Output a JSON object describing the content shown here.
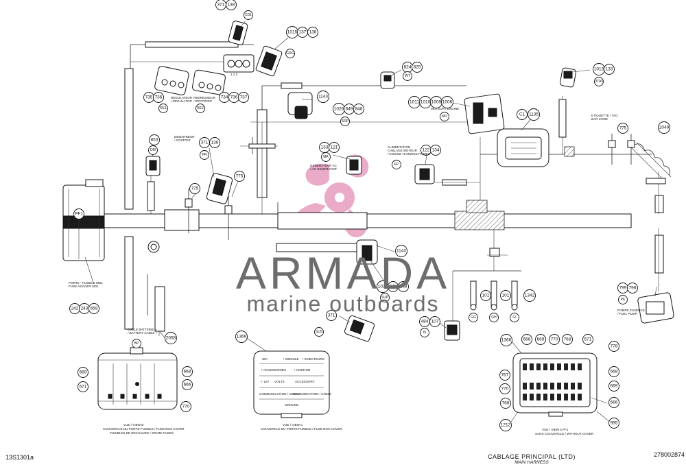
{
  "brand": {
    "title": "ARMADA",
    "subtitle": "marine outboards",
    "color_text": "#6d6d6d",
    "color_logo": "#e8a3c4"
  },
  "footer": {
    "left_code": "13S1301a",
    "title": "CABLAGE PRINCIPAL (LTD)",
    "subtitle": "MAIN HARNESS",
    "right_code": "278002874"
  },
  "callouts": [
    {
      "id": "c371a",
      "text": "371"
    },
    {
      "id": "c138a",
      "text": "138"
    },
    {
      "id": "c1015",
      "text": "1015"
    },
    {
      "id": "c137a",
      "text": "137"
    },
    {
      "id": "c138b",
      "text": "138"
    },
    {
      "id": "c824",
      "text": "824"
    },
    {
      "id": "c825",
      "text": "825"
    },
    {
      "id": "c1013",
      "text": "1013"
    },
    {
      "id": "c133a",
      "text": "133"
    },
    {
      "id": "c735",
      "text": "735"
    },
    {
      "id": "c736a",
      "text": "736"
    },
    {
      "id": "c734",
      "text": "734"
    },
    {
      "id": "c736b",
      "text": "736"
    },
    {
      "id": "c737",
      "text": "737"
    },
    {
      "id": "c1143a",
      "text": "1143"
    },
    {
      "id": "c1026a",
      "text": "1026"
    },
    {
      "id": "c849a",
      "text": "849"
    },
    {
      "id": "c848a",
      "text": "848"
    },
    {
      "id": "c1011",
      "text": "1011"
    },
    {
      "id": "c1010",
      "text": "1010"
    },
    {
      "id": "c1009",
      "text": "1009"
    },
    {
      "id": "c1006",
      "text": "1006"
    },
    {
      "id": "cC1",
      "text": "C1"
    },
    {
      "id": "c1135",
      "text": "1135"
    },
    {
      "id": "c775a",
      "text": "775"
    },
    {
      "id": "c2049",
      "text": "2049"
    },
    {
      "id": "c853",
      "text": "853"
    },
    {
      "id": "c371b",
      "text": "371"
    },
    {
      "id": "c136",
      "text": "136"
    },
    {
      "id": "c133b",
      "text": "133"
    },
    {
      "id": "c121",
      "text": "121"
    },
    {
      "id": "c122",
      "text": "122"
    },
    {
      "id": "c134",
      "text": "134"
    },
    {
      "id": "c775b",
      "text": "775"
    },
    {
      "id": "c775c",
      "text": "775"
    },
    {
      "id": "cPF1",
      "text": "PF1"
    },
    {
      "id": "c242",
      "text": "242"
    },
    {
      "id": "c243",
      "text": "243"
    },
    {
      "id": "c659",
      "text": "659"
    },
    {
      "id": "c1143b",
      "text": "1143"
    },
    {
      "id": "c1026b",
      "text": "1026"
    },
    {
      "id": "c849b",
      "text": "849"
    },
    {
      "id": "c848b",
      "text": "848"
    },
    {
      "id": "c101a",
      "text": "101"
    },
    {
      "id": "c101b",
      "text": "101"
    },
    {
      "id": "c1342",
      "text": "1342"
    },
    {
      "id": "c799",
      "text": "799"
    },
    {
      "id": "c798",
      "text": "798"
    },
    {
      "id": "c371c",
      "text": "371"
    },
    {
      "id": "c484",
      "text": "484"
    },
    {
      "id": "c107",
      "text": "107"
    },
    {
      "id": "c2058",
      "text": "2058"
    },
    {
      "id": "c1369",
      "text": "1369"
    },
    {
      "id": "c669a",
      "text": "669"
    },
    {
      "id": "c671a",
      "text": "671"
    },
    {
      "id": "c668a",
      "text": "668"
    },
    {
      "id": "c666a",
      "text": "666"
    },
    {
      "id": "c770a",
      "text": "770"
    },
    {
      "id": "c1368",
      "text": "1368"
    },
    {
      "id": "c666b",
      "text": "666"
    },
    {
      "id": "c669b",
      "text": "669"
    },
    {
      "id": "c770b",
      "text": "770"
    },
    {
      "id": "c768a",
      "text": "768"
    },
    {
      "id": "c671b",
      "text": "671"
    },
    {
      "id": "c778",
      "text": "778"
    },
    {
      "id": "c767",
      "text": "767"
    },
    {
      "id": "c668b",
      "text": "668"
    },
    {
      "id": "c770c",
      "text": "770"
    },
    {
      "id": "c669c",
      "text": "669"
    },
    {
      "id": "c768b",
      "text": "768"
    },
    {
      "id": "c666c",
      "text": "666"
    },
    {
      "id": "c1212",
      "text": "1212"
    },
    {
      "id": "c995",
      "text": "995"
    }
  ],
  "codes": [
    {
      "id": "CD1",
      "text": "CD1"
    },
    {
      "id": "GRG",
      "text": "GRG"
    },
    {
      "id": "WT",
      "text": "WT"
    },
    {
      "id": "OTAS",
      "text": "OTAS"
    },
    {
      "id": "RE1",
      "text": "RE1"
    },
    {
      "id": "RE2",
      "text": "RE2"
    },
    {
      "id": "SRP",
      "text": "SRP"
    },
    {
      "id": "MO",
      "text": "MO"
    },
    {
      "id": "DM",
      "text": "DM"
    },
    {
      "id": "PR",
      "text": "PR"
    },
    {
      "id": "MA",
      "text": "MA"
    },
    {
      "id": "EP",
      "text": "EP"
    },
    {
      "id": "SUP",
      "text": "SUP"
    },
    {
      "id": "GG",
      "text": "GG"
    },
    {
      "id": "GH",
      "text": "GH"
    },
    {
      "id": "GI",
      "text": "GI"
    },
    {
      "id": "PE",
      "text": "PE"
    },
    {
      "id": "SUS",
      "text": "SUS"
    },
    {
      "id": "IS",
      "text": "IS"
    },
    {
      "id": "BP",
      "text": "BP"
    }
  ],
  "labels": {
    "regulateur": "REGULATEUR",
    "regulateur_en": "/ REGULATOR",
    "redresseur": "REDRESSEUR",
    "redresseur_en": "/ RECTIFIER",
    "moteur": "MOTEUR / ENGINE",
    "etiquette": "ETIQUETTE / TAG",
    "etiquette_en": "BAR CODE",
    "demarreur": "DEMARREUR",
    "demarreur_en": "/ STARTER",
    "generateur": "GENERATEUR AC",
    "generateur_en": "/ AC GENERATOR",
    "alim1": "ALIMENTATION",
    "alim2": "CABLAGE MOTEUR",
    "alim3": "/ ENGINE HARNESS POWER",
    "porte1": "PORTE - FUSIBLE MD1",
    "porte2": "FUSE HOLDER MD1",
    "pompe1": "POMPE ESSENCE",
    "pompe2": "/ FUEL PUMP",
    "cable1": "CABLE BATTERIE +",
    "cable2": "/ BATTERY CABLE +",
    "pin_labels": "1  2  3"
  },
  "views": {
    "b_title": "VUE / VIEW B",
    "b_line1": "COUVERCLE DU PORTE FUSIBLE / FUSE BOX COVER",
    "b_line2": "FUSIBLES DE RECHANGE / SPARE FUSES",
    "c_title": "VUE / VIEW C",
    "c_line1": "COUVERCLE DU PORTE FUSIBLE / FUSE BOX COVER",
    "a_title": "VUE / VIEW A     PF1",
    "a_line1": "SANS COUVERCLE / WITHOUT COVER"
  },
  "view_c_texts": {
    "r1a": "30A",
    "r1b": "+ MODULE",
    "r1c": "+ INJECTEURS",
    "r2a": "+ ACCESSORIES",
    "r2b": "+ IGNITION",
    "r3a": "+ 12V",
    "r3b": "VOLTS",
    "r3c": "ACCESSORY",
    "r4a": "COMMUNICATION / COM 1",
    "r4b": "COMMUNICATION / COM 2",
    "r5a": "GROUND"
  }
}
